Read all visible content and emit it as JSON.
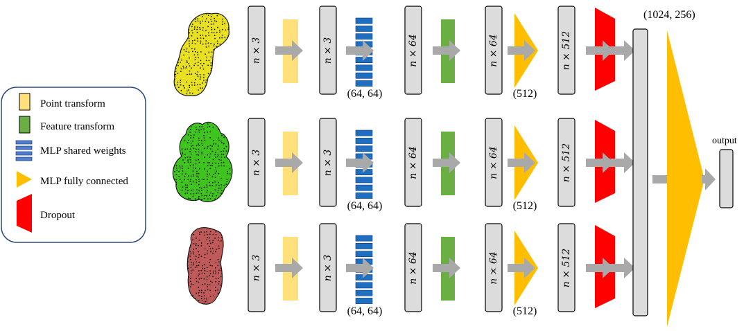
{
  "legend": {
    "items": [
      {
        "label": "Point transform",
        "icon": "point-transform-icon"
      },
      {
        "label": "Feature transform",
        "icon": "feature-transform-icon"
      },
      {
        "label": "MLP shared weights",
        "icon": "mlp-shared-weights-icon"
      },
      {
        "label": "MLP fully connected",
        "icon": "mlp-fully-connected-icon"
      },
      {
        "label": "Dropout",
        "icon": "dropout-icon"
      }
    ]
  },
  "colors": {
    "point_transform": "#FFE07A",
    "feature_transform": "#6AAE44",
    "mlp_shared": "#1F6FC1",
    "mlp_fc": "#FFBF00",
    "dropout": "#FF0000",
    "tensor_box": "#DCDCDC",
    "arrow": "#A9A9A9",
    "legend_border": "#2E4A7A",
    "cloud_yellow": "#E8E020",
    "cloud_green": "#3FC41F",
    "cloud_red": "#C05A5A"
  },
  "branches": [
    {
      "name": "branch-1",
      "cloud_color": "cloud_yellow",
      "tensor_labels": [
        "n × 3",
        "n × 3",
        "n × 64",
        "n × 64",
        "n × 512"
      ],
      "mlp_caption": "(64, 64)",
      "fc_caption": "(512)"
    },
    {
      "name": "branch-2",
      "cloud_color": "cloud_green",
      "tensor_labels": [
        "n × 3",
        "n × 3",
        "n × 64",
        "n × 64",
        "n × 512"
      ],
      "mlp_caption": "(64, 64)",
      "fc_caption": "(512)"
    },
    {
      "name": "branch-3",
      "cloud_color": "cloud_red",
      "tensor_labels": [
        "n × 3",
        "n × 3",
        "n × 64",
        "n × 64",
        "n × 512"
      ],
      "mlp_caption": "(64, 64)",
      "fc_caption": "(512)"
    }
  ],
  "merge": {
    "caption": "(1024, 256)"
  },
  "output": {
    "label": "output"
  }
}
